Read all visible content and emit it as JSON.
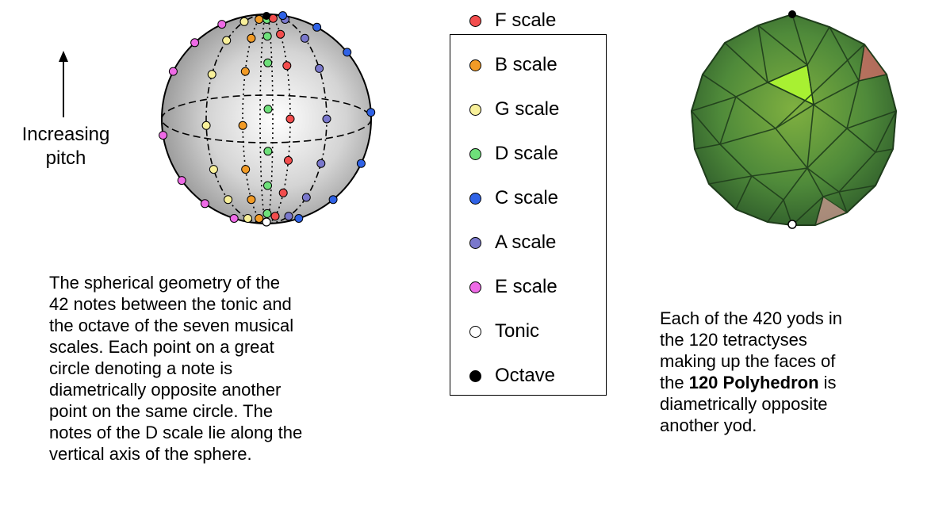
{
  "pitch_label": {
    "line1": "Increasing",
    "line2": "pitch"
  },
  "legend": [
    {
      "label": "F scale",
      "color": "#f24d4d"
    },
    {
      "label": "B scale",
      "color": "#f29b26"
    },
    {
      "label": "G scale",
      "color": "#f8f09a"
    },
    {
      "label": "D scale",
      "color": "#6ee07a"
    },
    {
      "label": "C scale",
      "color": "#2f62e6"
    },
    {
      "label": "A scale",
      "color": "#7a78cc"
    },
    {
      "label": "E scale",
      "color": "#ee6ae6"
    },
    {
      "label": "Tonic",
      "color": "#ffffff"
    },
    {
      "label": "Octave",
      "color": "#000000"
    }
  ],
  "left_caption": {
    "lines": [
      "The spherical geometry of the",
      "42 notes between the tonic and",
      "the octave of the seven musical",
      "scales. Each point on a great",
      "circle denoting a note is",
      "diametrically opposite another",
      "point on the same circle. The",
      "notes of the D scale lie along the",
      "vertical axis of the sphere."
    ]
  },
  "right_caption": {
    "line1": "Each of the 420 yods in",
    "line2": "the 120 tetractyses",
    "line3": "making up the faces of",
    "line4_pre": "the ",
    "line4_bold": "120 Polyhedron",
    "line4_post": " is",
    "line5": "diametrically opposite",
    "line6": "another yod."
  }
}
